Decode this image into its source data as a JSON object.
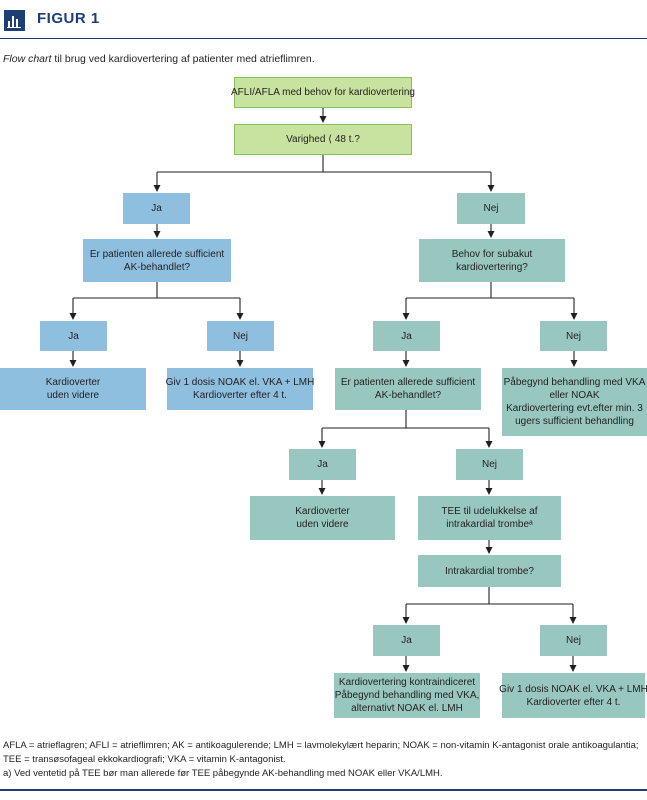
{
  "header": {
    "figure_label": "FIGUR 1",
    "icon": "bar-chart-icon"
  },
  "caption": {
    "italic": "Flow chart",
    "rest": " til brug ved kardiovertering af patienter med atrieflimren."
  },
  "nodes": {
    "start": [
      "AFLI/AFLA med behov for kardiovertering"
    ],
    "duration": [
      "Varighed ⟨ 48 t.?"
    ],
    "yes_left": [
      "Ja"
    ],
    "no_right": [
      "Nej"
    ],
    "q_anticoag_left": [
      "Er patienten allerede sufficient",
      "AK-behandlet?"
    ],
    "q_subacute": [
      "Behov for subakut",
      "kardiovertering?"
    ],
    "ll_yes": [
      "Ja"
    ],
    "ll_no": [
      "Nej"
    ],
    "rl_yes": [
      "Ja"
    ],
    "rl_no": [
      "Nej"
    ],
    "cardiovert_left": [
      "Kardioverter",
      "uden videre"
    ],
    "noak_left": [
      "Giv 1 dosis NOAK el. VKA + LMH",
      "Kardioverter efter 4 t."
    ],
    "q_anticoag_mid": [
      "Er patienten allerede sufficient",
      "AK-behandlet?"
    ],
    "start_treatment": [
      "Påbegynd behandling med VKA",
      "eller NOAK",
      "Kardiovertering evt.efter min. 3",
      "ugers sufficient behandling"
    ],
    "mid_yes": [
      "Ja"
    ],
    "mid_no": [
      "Nej"
    ],
    "cardiovert_mid": [
      "Kardioverter",
      "uden videre"
    ],
    "tee": [
      "TEE til udelukkelse af",
      "intrakardial trombeᵃ"
    ],
    "q_thrombus": [
      "Intrakardial trombe?"
    ],
    "th_yes": [
      "Ja"
    ],
    "th_no": [
      "Nej"
    ],
    "contraindicated": [
      "Kardiovertering kontraindiceret",
      "Påbegynd behandling med VKA,",
      "alternativt NOAK el. LMH"
    ],
    "noak_right": [
      "Giv 1 dosis NOAK el. VKA + LMH",
      "Kardioverter efter 4 t."
    ]
  },
  "footer": {
    "abbr1": "AFLA = atrieflagren; AFLI = atrieflimren; AK = antikoagulerende; LMH = lavmolekylært heparin; NOAK = non-vitamin K-antagonist orale antikoagulantia;",
    "abbr2": "TEE = transøsofageal ekkokardiografi; VKA = vitamin K-antagonist.",
    "note": "a) Ved ventetid på TEE bør man allerede før TEE påbegynde AK-behandling med NOAK eller VKA/LMH."
  },
  "colors": {
    "green": "#c8e3a0",
    "blue": "#8fbfdf",
    "teal": "#98c7bf",
    "navy": "#1d3f73"
  }
}
